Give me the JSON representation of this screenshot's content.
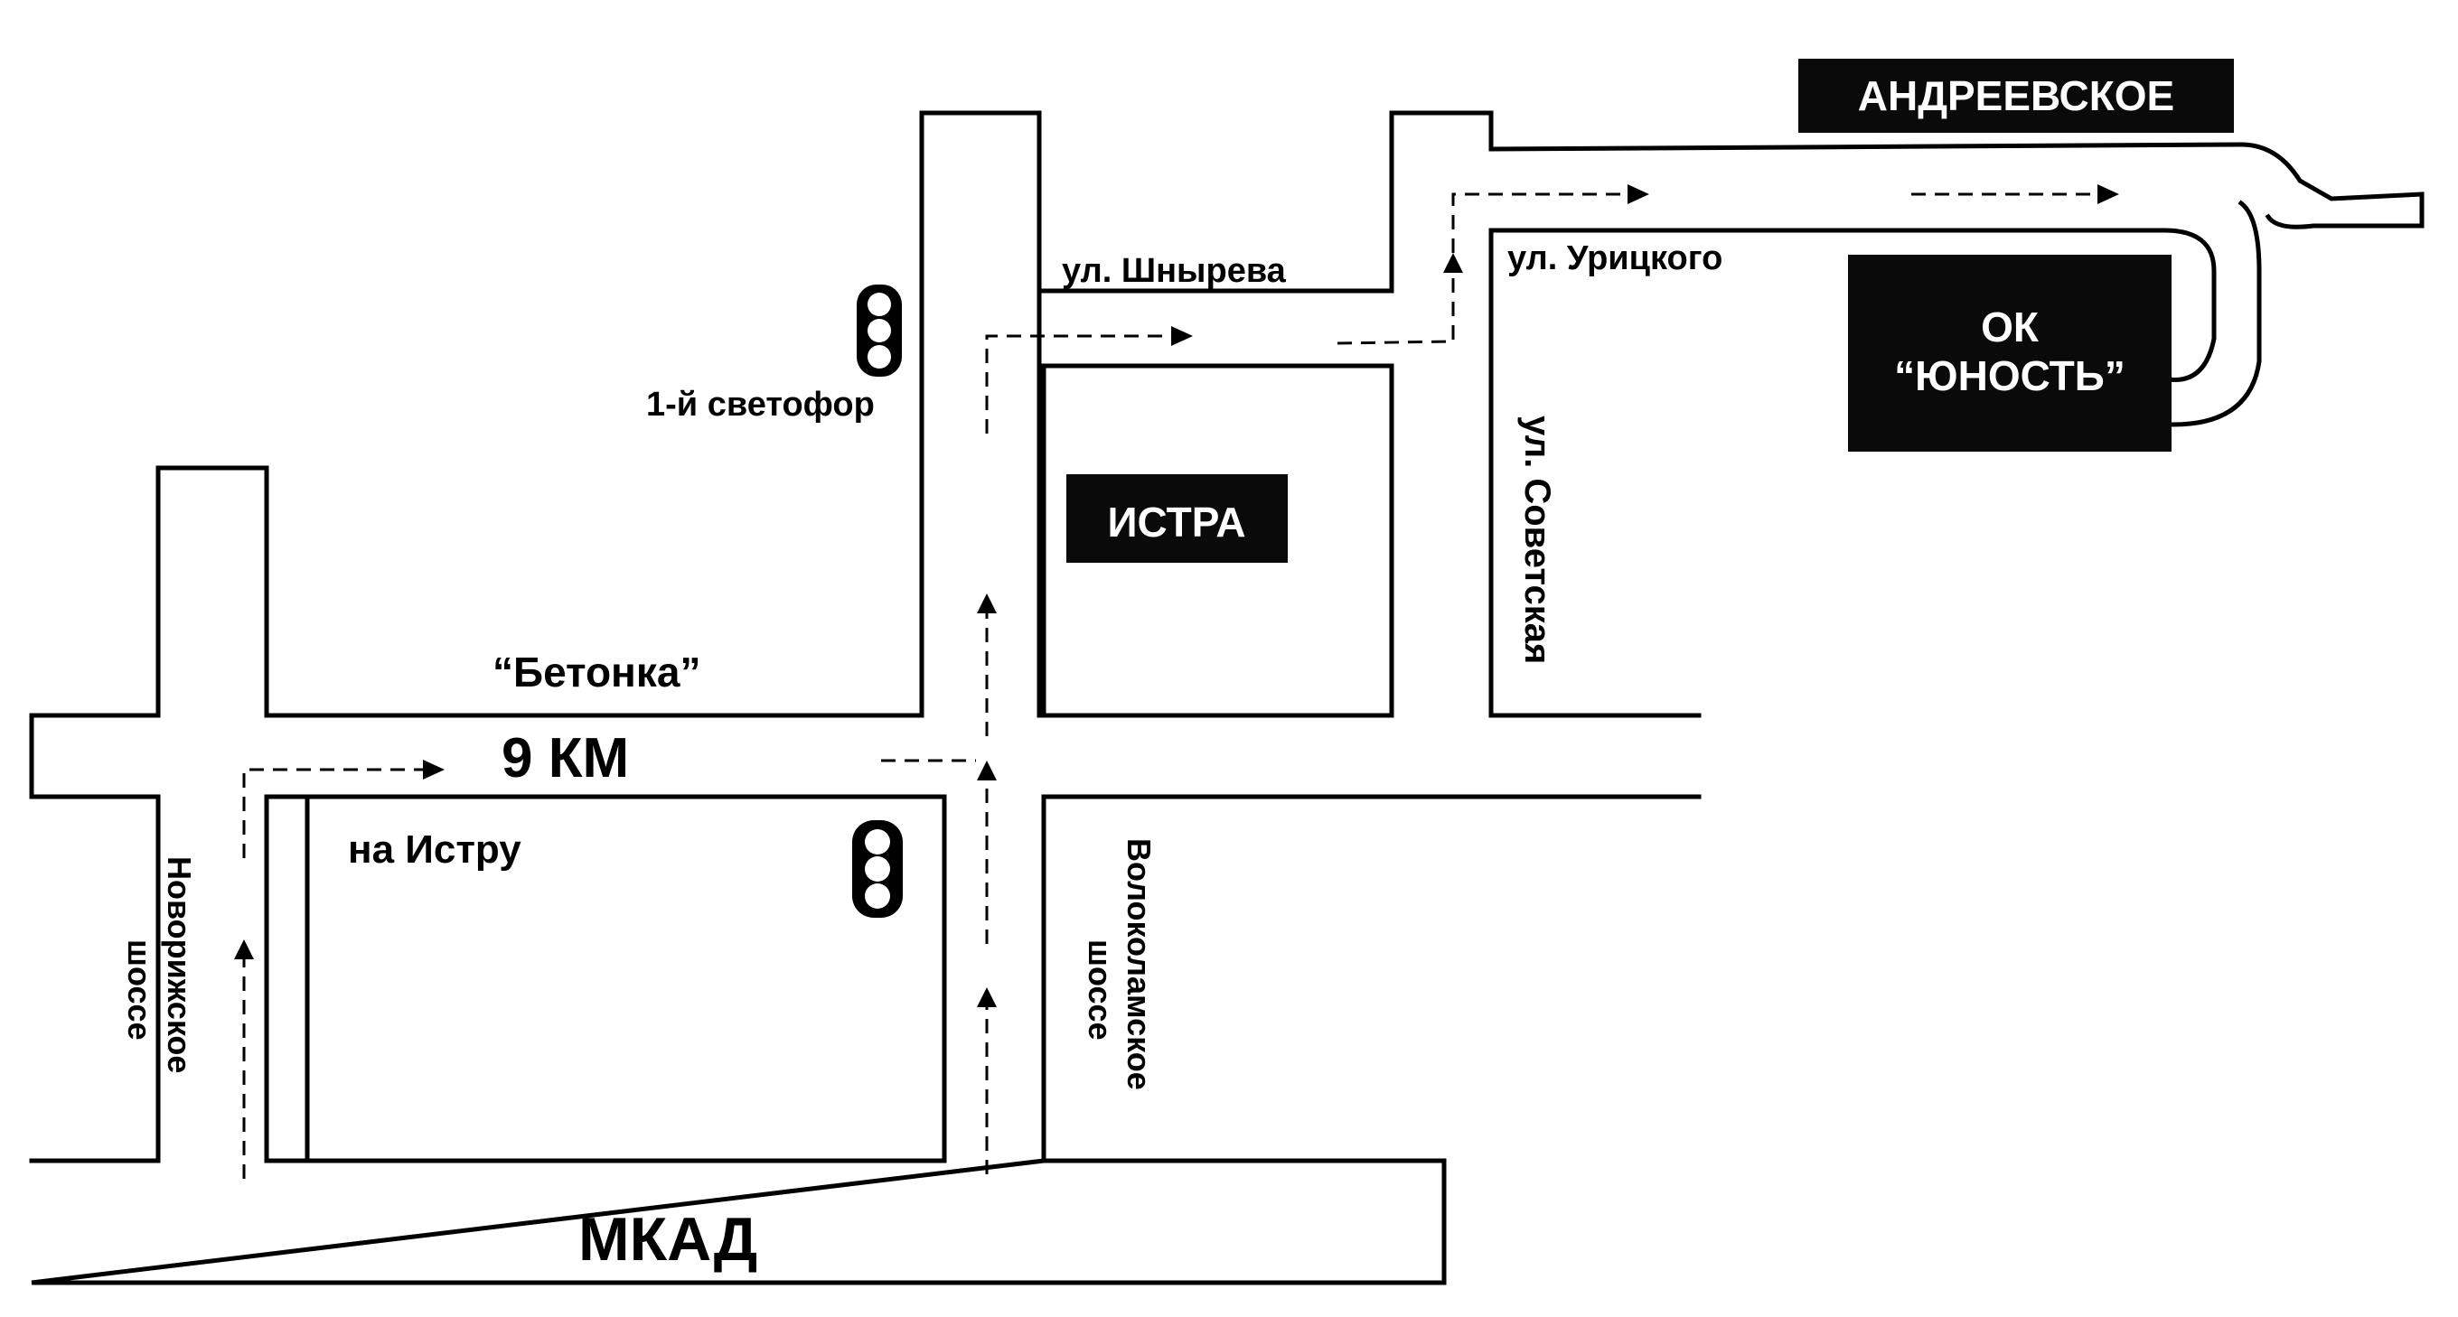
{
  "map": {
    "labels": {
      "andreevskoe": "АНДРЕЕВСКОЕ",
      "ok_line1": "ОК",
      "ok_line2": "“ЮНОСТЬ”",
      "istra": "ИСТРА",
      "shnyreva": "ул. Шнырева",
      "uritskogo": "ул. Урицкого",
      "sovetskaya": "ул. Советская",
      "svetofor1": "1-й светофор",
      "betonka": "“Бетонка”",
      "km9": "9 КМ",
      "na_istru": "на Истру",
      "novorizhskoe_1": "Новорижское",
      "novorizhskoe_2": "шоссе",
      "volokolamskoe_1": "Волоколамское",
      "volokolamskoe_2": "шоссе",
      "mkad": "МКАД"
    },
    "icons": [
      "traffic-light-icon",
      "route-arrow-icon"
    ],
    "colors": {
      "ink": "#000000",
      "background": "#ffffff",
      "box_text": "#ffffff"
    }
  }
}
